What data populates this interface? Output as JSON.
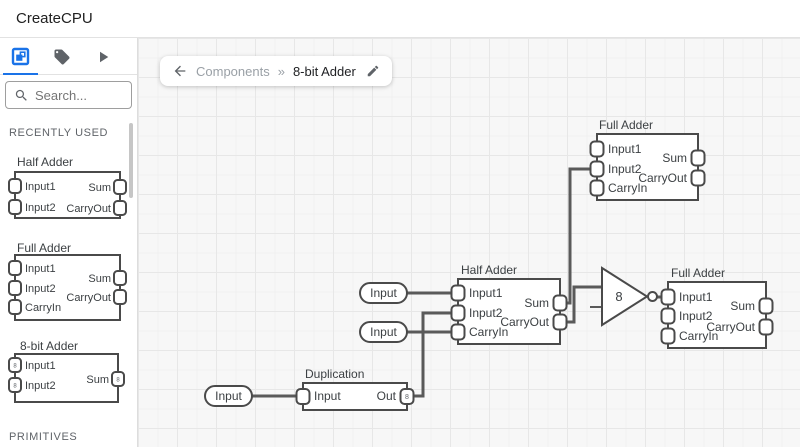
{
  "header": {
    "title": "CreateCPU"
  },
  "sidebar": {
    "tabs": [
      {
        "icon": "chip-icon",
        "active": true
      },
      {
        "icon": "tag-icon",
        "active": false
      },
      {
        "icon": "play-icon",
        "active": false
      }
    ],
    "search": {
      "placeholder": "Search..."
    },
    "section_recent": "RECENTLY USED",
    "section_primitives": "PRIMITIVES",
    "components": [
      {
        "title": "Half Adder",
        "inputs": [
          "Input1",
          "Input2"
        ],
        "outputs": [
          "Sum",
          "CarryOut"
        ]
      },
      {
        "title": "Full Adder",
        "inputs": [
          "Input1",
          "Input2",
          "CarryIn"
        ],
        "outputs": [
          "Sum",
          "CarryOut"
        ]
      },
      {
        "title": "8-bit Adder",
        "inputs": [
          "Input1",
          "Input2"
        ],
        "outputs": [
          "Sum"
        ],
        "bus_width": "8"
      }
    ]
  },
  "breadcrumb": {
    "back_icon": "arrow-left-icon",
    "path_root": "Components",
    "separator": "»",
    "current": "8-bit Adder",
    "edit_icon": "pencil-icon"
  },
  "canvas": {
    "nodes": {
      "input_a": {
        "label": "Input"
      },
      "input_b": {
        "label": "Input"
      },
      "input_c": {
        "label": "Input"
      },
      "duplication": {
        "title": "Duplication",
        "input": "Input",
        "output": "Out",
        "bus_width": "8"
      },
      "half_adder": {
        "title": "Half Adder",
        "inputs": [
          "Input1",
          "Input2",
          "CarryIn"
        ],
        "outputs": [
          "Sum",
          "CarryOut"
        ]
      },
      "full_adder_top": {
        "title": "Full Adder",
        "inputs": [
          "Input1",
          "Input2",
          "CarryIn"
        ],
        "outputs": [
          "Sum",
          "CarryOut"
        ]
      },
      "full_adder_right": {
        "title": "Full Adder",
        "inputs": [
          "Input1",
          "Input2",
          "CarryIn"
        ],
        "outputs": [
          "Sum",
          "CarryOut"
        ]
      },
      "inverter": {
        "label": "8"
      }
    }
  },
  "colors": {
    "accent": "#1a73e8",
    "wire": "#5a5a5a",
    "stroke": "#4a4a4a",
    "canvas_bg": "#f7f7f7"
  }
}
